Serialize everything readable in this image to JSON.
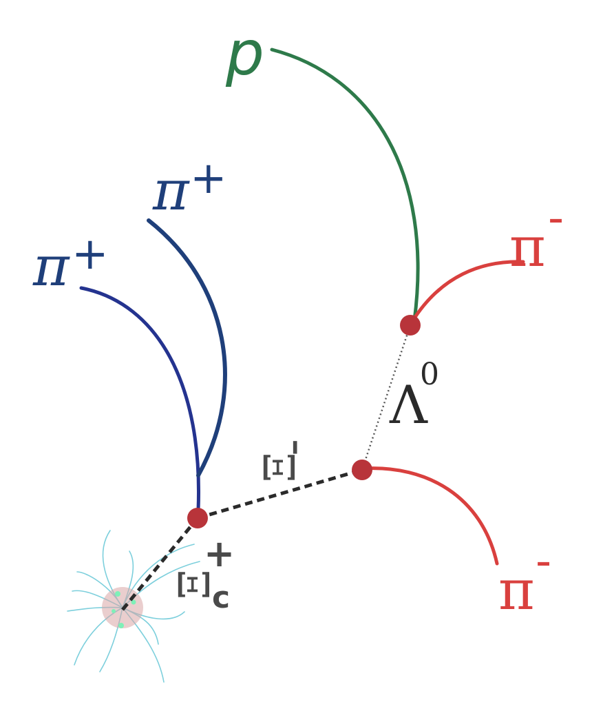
{
  "colors": {
    "pion_plus": "#1f3f7a",
    "pion_plus_dark": "#24338f",
    "proton": "#2e7a4a",
    "pion_minus": "#d9403e",
    "vertex": "#b8343a",
    "xi_track": "#2a2a2a",
    "lambda_track": "#555555",
    "label_gray": "#4a4a4a",
    "shower": "#7ccfdc",
    "shower_core": "#d9a6a6"
  },
  "labels": {
    "proton": "p",
    "pion_plus_1": "π",
    "pion_plus_1_sup": "+",
    "pion_plus_2": "π",
    "pion_plus_2_sup": "+",
    "pion_minus_1": "π",
    "pion_minus_1_sup": "-",
    "pion_minus_2": "π",
    "pion_minus_2_sup": "-",
    "lambda": "Λ",
    "lambda_sup": "0",
    "xi_minus": "Ξ",
    "xi_minus_sup": "-",
    "xi_c": "Ξ",
    "xi_c_sup": "+",
    "xi_c_sub": "c"
  }
}
